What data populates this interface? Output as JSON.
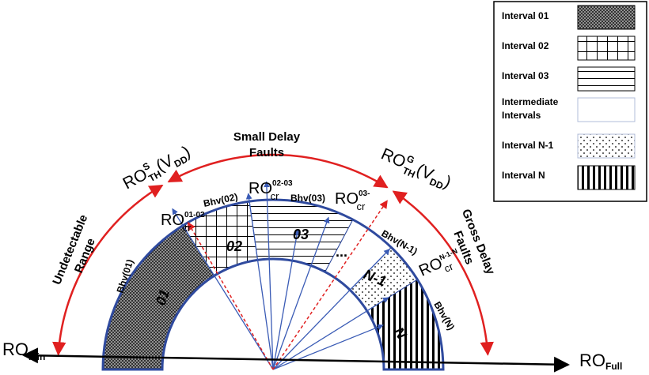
{
  "legend": {
    "items": [
      {
        "label": "Interval 01",
        "pattern": "dots-dense"
      },
      {
        "label": "Interval 02",
        "pattern": "grid"
      },
      {
        "label": "Interval 03",
        "pattern": "hlines"
      },
      {
        "label": "Intermediate",
        "label2": "Intervals",
        "pattern": "blank"
      },
      {
        "label": "Interval N-1",
        "pattern": "dots-sparse"
      },
      {
        "label": "Interval N",
        "pattern": "vlines"
      }
    ]
  },
  "regions": {
    "small_delay_1": "Small Delay",
    "small_delay_2": "Faults",
    "undetectable_1": "Undetectable",
    "undetectable_2": "Range",
    "gross_1": "Gross Delay",
    "gross_2": "Faults"
  },
  "thresholds": {
    "ro": "RO",
    "s_sup": "S",
    "g_sup": "G",
    "th_sub": "TH",
    "vdd_open": "(V",
    "vdd_sub": "DD",
    "vdd_close": ")"
  },
  "critical": {
    "ro": "RO",
    "cr": "cr",
    "sup_0102": "01-02",
    "sup_0203": "02-03",
    "sup_03": "03-",
    "sup_n1n": "N-1-N"
  },
  "behaviors": {
    "b01": "Bhv(01)",
    "b02": "Bhv(02)",
    "b03": "Bhv(03)",
    "bn1": "Bhv(N-1)",
    "bn": "Bhv(N)"
  },
  "segments": {
    "s01": "01",
    "s02": "02",
    "s03": "03",
    "dots": "...",
    "sn1": "N-1",
    "sn": "N"
  },
  "axis": {
    "min_ro": "RO",
    "min_sub": "min",
    "full_ro": "RO",
    "full_sub": "Full"
  },
  "colors": {
    "band": "#2f4a9e",
    "arrow": "#e02020",
    "ray": "#3a5bb5"
  }
}
